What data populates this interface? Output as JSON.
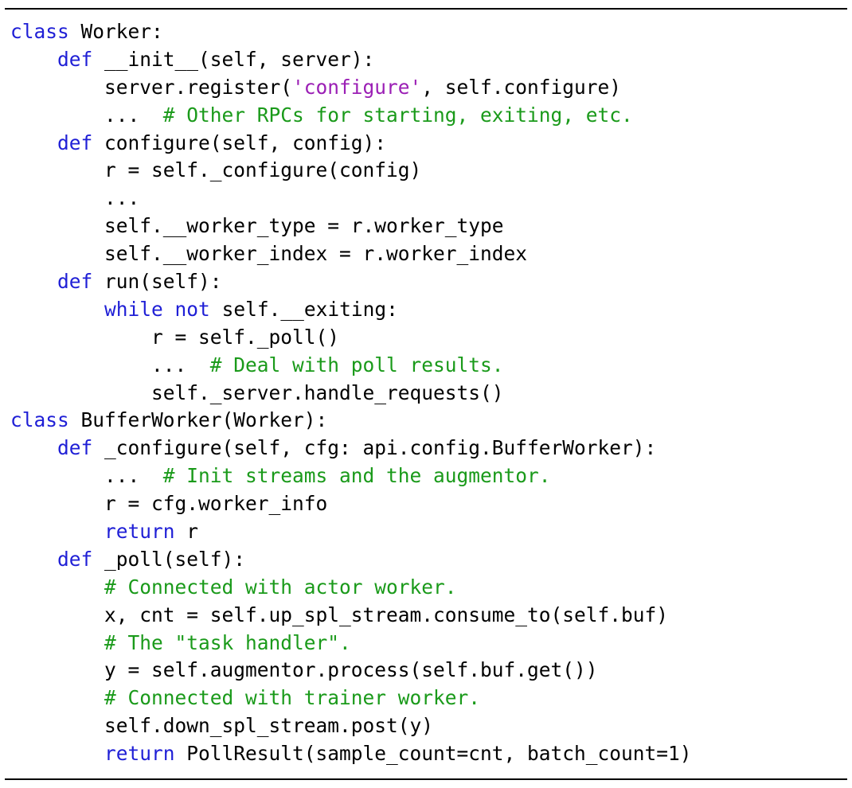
{
  "colors": {
    "keyword": "#1f1fd6",
    "string": "#9b1fb5",
    "comment": "#1a9a1a",
    "text": "#000000",
    "rule": "#000000"
  },
  "code": {
    "language": "python",
    "lines": [
      [
        {
          "k": "kw",
          "t": "class"
        },
        {
          "k": "txt",
          "t": " Worker:"
        }
      ],
      [
        {
          "k": "txt",
          "t": "    "
        },
        {
          "k": "kw",
          "t": "def"
        },
        {
          "k": "txt",
          "t": " __init__(self, server):"
        }
      ],
      [
        {
          "k": "txt",
          "t": "        server.register("
        },
        {
          "k": "str",
          "t": "'configure'"
        },
        {
          "k": "txt",
          "t": ", self.configure)"
        }
      ],
      [
        {
          "k": "txt",
          "t": "        ...  "
        },
        {
          "k": "com",
          "t": "# Other RPCs for starting, exiting, etc."
        }
      ],
      [
        {
          "k": "txt",
          "t": "    "
        },
        {
          "k": "kw",
          "t": "def"
        },
        {
          "k": "txt",
          "t": " configure(self, config):"
        }
      ],
      [
        {
          "k": "txt",
          "t": "        r = self._configure(config)"
        }
      ],
      [
        {
          "k": "txt",
          "t": "        ..."
        }
      ],
      [
        {
          "k": "txt",
          "t": "        self.__worker_type = r.worker_type"
        }
      ],
      [
        {
          "k": "txt",
          "t": "        self.__worker_index = r.worker_index"
        }
      ],
      [
        {
          "k": "txt",
          "t": "    "
        },
        {
          "k": "kw",
          "t": "def"
        },
        {
          "k": "txt",
          "t": " run(self):"
        }
      ],
      [
        {
          "k": "txt",
          "t": "        "
        },
        {
          "k": "kw",
          "t": "while"
        },
        {
          "k": "txt",
          "t": " "
        },
        {
          "k": "kw",
          "t": "not"
        },
        {
          "k": "txt",
          "t": " self.__exiting:"
        }
      ],
      [
        {
          "k": "txt",
          "t": "            r = self._poll()"
        }
      ],
      [
        {
          "k": "txt",
          "t": "            ...  "
        },
        {
          "k": "com",
          "t": "# Deal with poll results."
        }
      ],
      [
        {
          "k": "txt",
          "t": "            self._server.handle_requests()"
        }
      ],
      [
        {
          "k": "kw",
          "t": "class"
        },
        {
          "k": "txt",
          "t": " BufferWorker(Worker):"
        }
      ],
      [
        {
          "k": "txt",
          "t": "    "
        },
        {
          "k": "kw",
          "t": "def"
        },
        {
          "k": "txt",
          "t": " _configure(self, cfg: api.config.BufferWorker):"
        }
      ],
      [
        {
          "k": "txt",
          "t": "        ...  "
        },
        {
          "k": "com",
          "t": "# Init streams and the augmentor."
        }
      ],
      [
        {
          "k": "txt",
          "t": "        r = cfg.worker_info"
        }
      ],
      [
        {
          "k": "txt",
          "t": "        "
        },
        {
          "k": "kw",
          "t": "return"
        },
        {
          "k": "txt",
          "t": " r"
        }
      ],
      [
        {
          "k": "txt",
          "t": "    "
        },
        {
          "k": "kw",
          "t": "def"
        },
        {
          "k": "txt",
          "t": " _poll(self):"
        }
      ],
      [
        {
          "k": "txt",
          "t": "        "
        },
        {
          "k": "com",
          "t": "# Connected with actor worker."
        }
      ],
      [
        {
          "k": "txt",
          "t": "        x, cnt = self.up_spl_stream.consume_to(self.buf)"
        }
      ],
      [
        {
          "k": "txt",
          "t": "        "
        },
        {
          "k": "com",
          "t": "# The \"task handler\"."
        }
      ],
      [
        {
          "k": "txt",
          "t": "        y = self.augmentor.process(self.buf.get())"
        }
      ],
      [
        {
          "k": "txt",
          "t": "        "
        },
        {
          "k": "com",
          "t": "# Connected with trainer worker."
        }
      ],
      [
        {
          "k": "txt",
          "t": "        self.down_spl_stream.post(y)"
        }
      ],
      [
        {
          "k": "txt",
          "t": "        "
        },
        {
          "k": "kw",
          "t": "return"
        },
        {
          "k": "txt",
          "t": " PollResult(sample_count=cnt, batch_count=1)"
        }
      ]
    ]
  }
}
